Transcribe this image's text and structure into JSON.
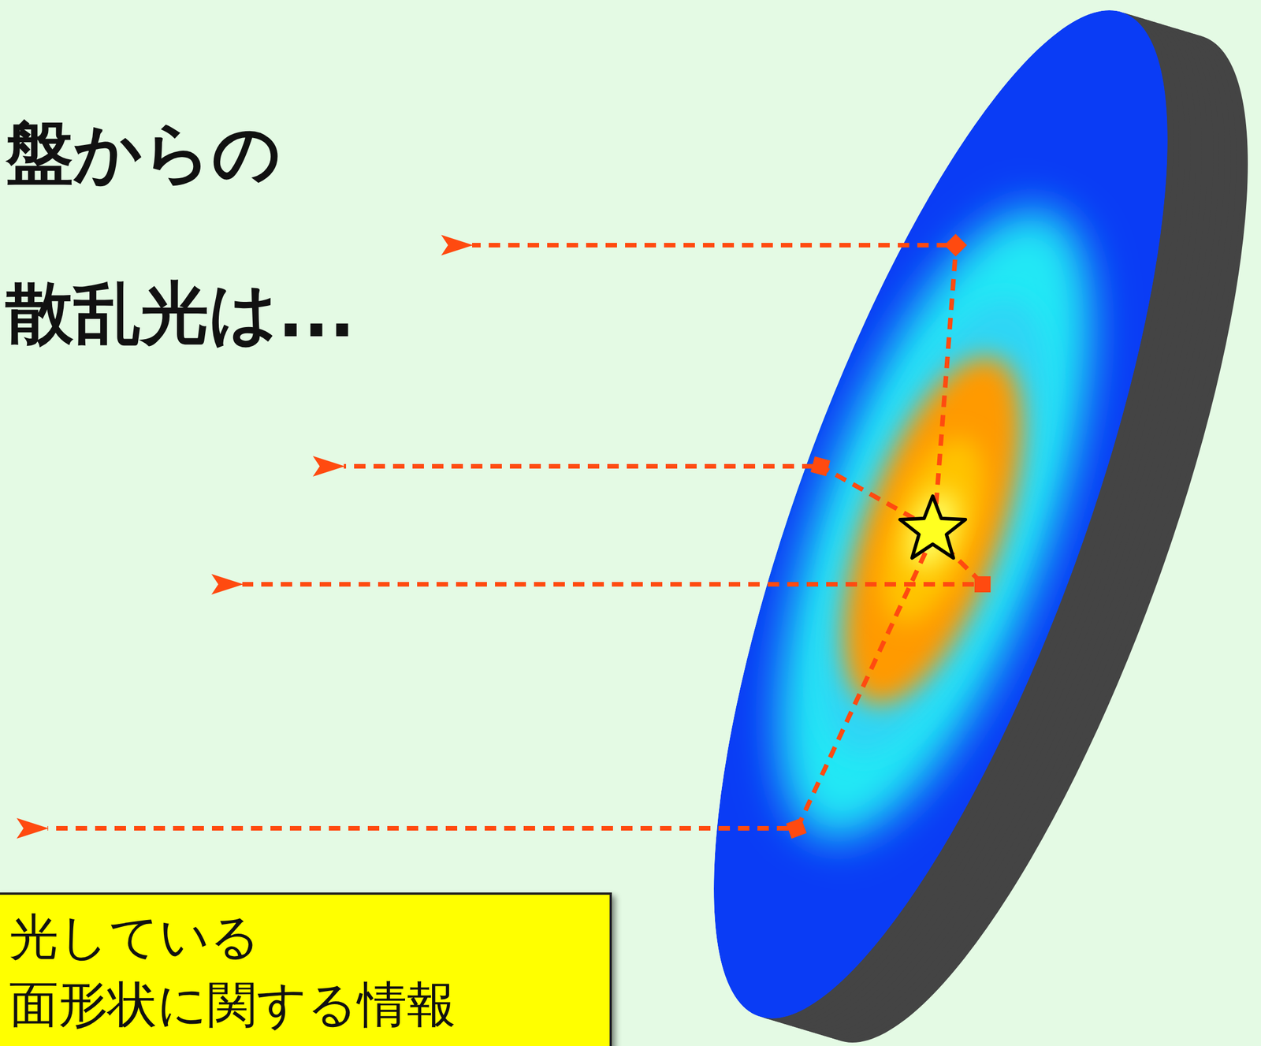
{
  "diagram": {
    "nodes": [
      {
        "text": [
          "光している",
          "面形状に関する情報"
        ]
      }
    ],
    "labels": [
      "盤からの",
      "散乱光は..."
    ]
  }
}
